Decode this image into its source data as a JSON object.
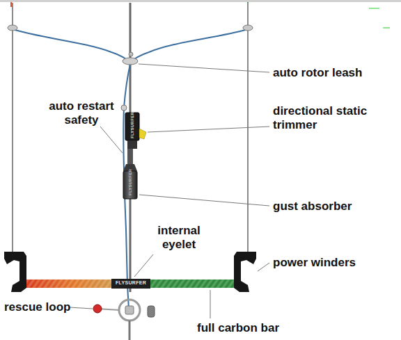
{
  "diagram": {
    "labels": [
      "auto rotor leash",
      "auto restart safety",
      "directional static trimmer",
      "gust absorber",
      "internal eyelet",
      "power winders",
      "rescue loop",
      "full carbon bar",
      "FLYSURFER",
      "FLYSURFER",
      "FLYSURFER"
    ]
  }
}
